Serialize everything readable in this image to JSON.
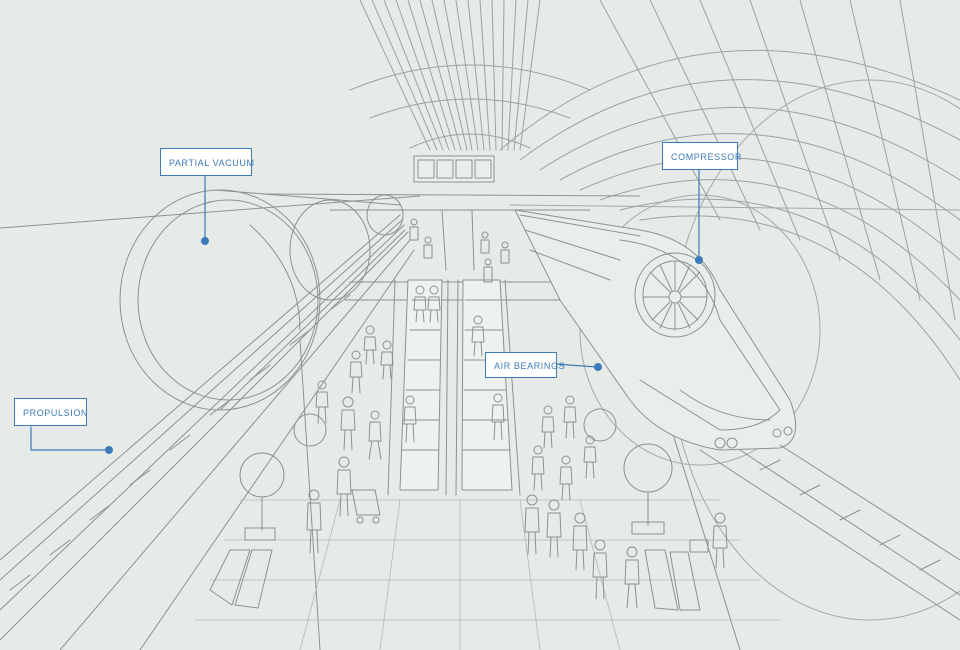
{
  "colors": {
    "background": "#e6ebe8",
    "line_art": "#8a9295",
    "callout_accent": "#3d7ab8",
    "callout_fill": "#ffffff"
  },
  "callouts": {
    "partial_vacuum": "PARTIAL VACUUM",
    "compressor": "COMPRESSOR",
    "air_bearings": "AIR BEARINGS",
    "propulsion": "PROPULSION"
  },
  "departure_board": {
    "panels": 4
  }
}
